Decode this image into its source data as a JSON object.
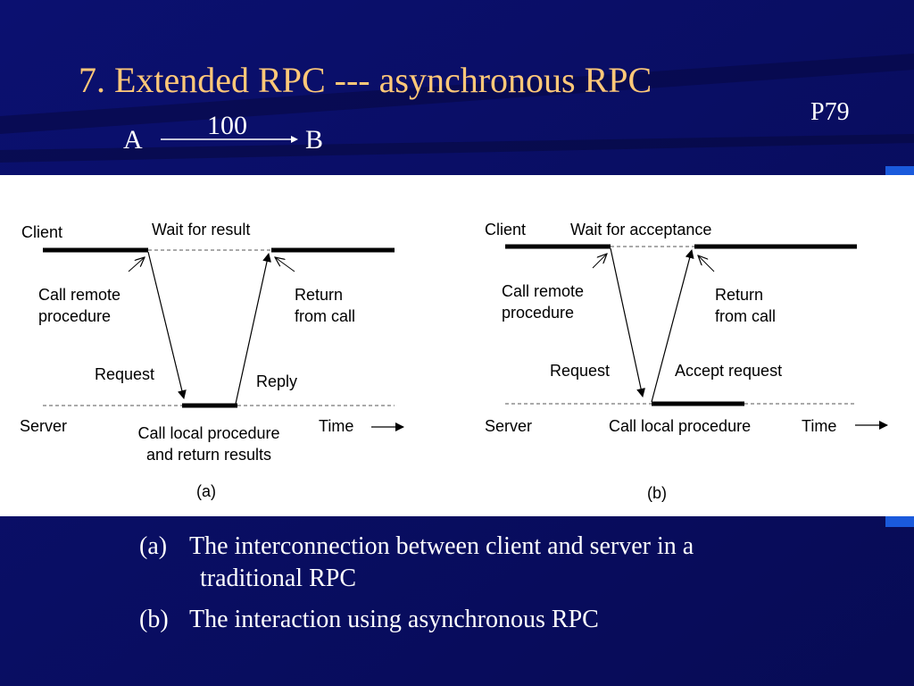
{
  "slide": {
    "title": "7. Extended RPC --- asynchronous RPC",
    "page_ref": "P79"
  },
  "mini_diagram": {
    "from": "A",
    "to": "B",
    "edge_label": "100"
  },
  "figure_a": {
    "client": "Client",
    "server": "Server",
    "wait": "Wait for result",
    "call_remote_1": "Call remote",
    "call_remote_2": "procedure",
    "return_1": "Return",
    "return_2": "from call",
    "request": "Request",
    "reply": "Reply",
    "time": "Time",
    "local_1": "Call local procedure",
    "local_2": "and return results",
    "caption": "(a)"
  },
  "figure_b": {
    "client": "Client",
    "server": "Server",
    "wait": "Wait for acceptance",
    "call_remote_1": "Call remote",
    "call_remote_2": "procedure",
    "return_1": "Return",
    "return_2": "from call",
    "request": "Request",
    "accept": "Accept request",
    "time": "Time",
    "local": "Call local procedure",
    "caption": "(b)"
  },
  "captions": {
    "a_tag": "(a)",
    "a_text_1": "The interconnection between client and server in a",
    "a_text_2": "traditional RPC",
    "b_tag": "(b)",
    "b_text": "The interaction using asynchronous RPC"
  },
  "colors": {
    "background": "#0a0f6e",
    "title": "#ffc878",
    "text": "#ffffff",
    "figure_bg": "#ffffff"
  }
}
